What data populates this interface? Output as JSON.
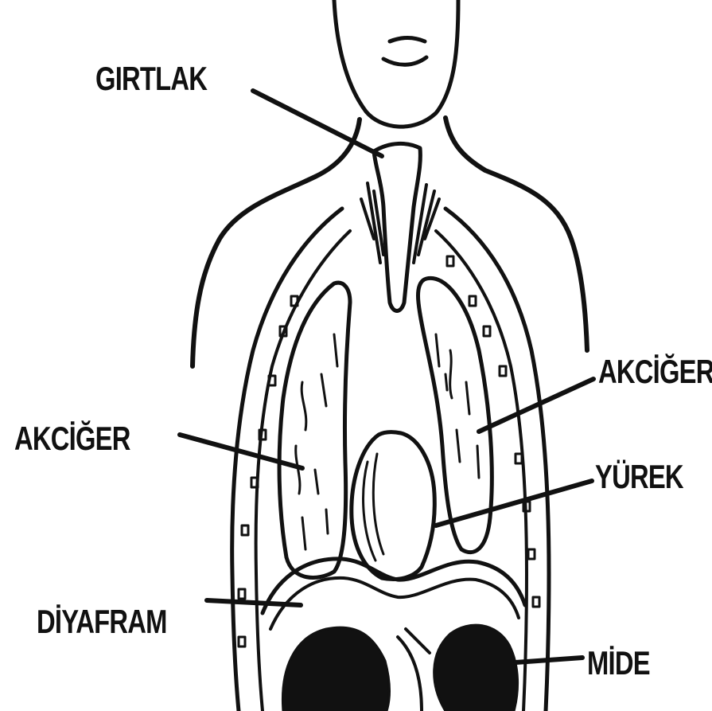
{
  "labels": {
    "girtlak": "GIRTLAK",
    "akciger_left": "AKCİĞER",
    "akciger_right": "AKCİĞER",
    "yurek": "YÜREK",
    "diyafram": "DİYAFRAM",
    "mide": "MİDE"
  },
  "colors": {
    "ink": "#111111",
    "background": "#ffffff"
  }
}
